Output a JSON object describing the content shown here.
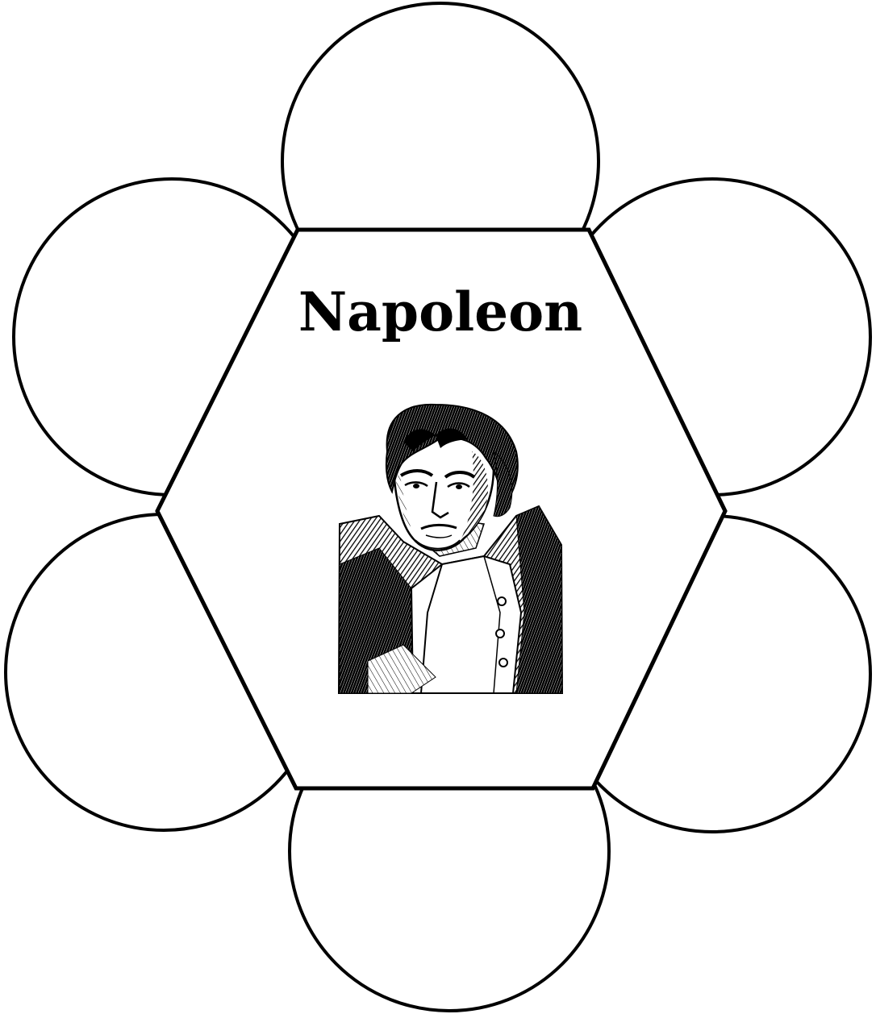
{
  "title": "Napoleon",
  "portrait": {
    "icon": "napoleon-engraving-portrait",
    "style": "black-and-white engraving"
  },
  "petals": [
    {
      "id": "top",
      "text": ""
    },
    {
      "id": "upper-right",
      "text": ""
    },
    {
      "id": "lower-right",
      "text": ""
    },
    {
      "id": "bottom",
      "text": ""
    },
    {
      "id": "lower-left",
      "text": ""
    },
    {
      "id": "upper-left",
      "text": ""
    }
  ],
  "colors": {
    "stroke": "#000000",
    "fill": "#ffffff"
  }
}
